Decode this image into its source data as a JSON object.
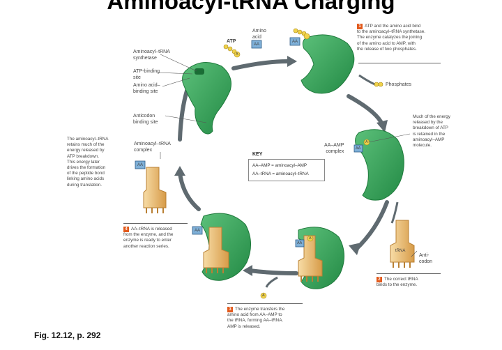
{
  "title": "Aminoacyl-tRNA Charging",
  "caption": "Fig. 12.12, p. 292",
  "colors": {
    "enzyme": "#3aa35a",
    "enzyme_dark": "#1f7a3c",
    "trna": "#f1c883",
    "trna_dark": "#c98f3a",
    "arrow": "#5f6a70",
    "aa_box": "#7fb0d8",
    "atp": "#f0d24a",
    "step_number": "#e25a1c"
  },
  "labels": {
    "amino_acid": "Amino\nacid",
    "atp": "ATP",
    "aa": "AA",
    "a": "A",
    "trna": "tRNA",
    "synthetase": "Aminoacyl–tRNA\nsynthetase",
    "atp_site": "ATP-binding\nsite",
    "aa_site": "Amino acid–\nbinding site",
    "anticodon_site": "Anticodon\nbinding site",
    "complex": "Aminoacyl–tRNA\ncomplex",
    "phosphates": "Phosphates",
    "aa_amp_complex": "AA–AMP\ncomplex",
    "anticodon": "Anti-\ncodon"
  },
  "key": {
    "title": "KEY",
    "row1": "AA–AMP = aminoacyl–AMP",
    "row2": "AA–tRNA = aminoacyl–tRNA"
  },
  "notes": {
    "step1_num": "1",
    "step1": "ATP and the amino acid bind\nto the aminoacyl–tRNA synthetase.\nThe enzyme catalyzes the joining\nof the amino acid to AMP, with\nthe release of two phosphates.",
    "energy": "Much of the energy\nreleased by the\nbreakdown of ATP\nis retained in the\naminoacyl–AMP\nmolecule.",
    "step2_num": "2",
    "step2": "The correct tRNA\nbinds to the enzyme.",
    "step3_num": "3",
    "step3": "The enzyme transfers the\namino acid from AA–AMP to\nthe tRNA, forming AA–tRNA.\nAMP is released.",
    "step4_num": "4",
    "step4": "AA–tRNA is released\nfrom the enzyme, and the\nenzyme is ready to enter\nanother reaction series.",
    "retains": "The aminoacyl–tRNA\nretains much of the\nenergy released by\nATP breakdown.\nThis energy later\ndrives the formation\nof the peptide bond\nlinking amino acids\nduring translation."
  }
}
